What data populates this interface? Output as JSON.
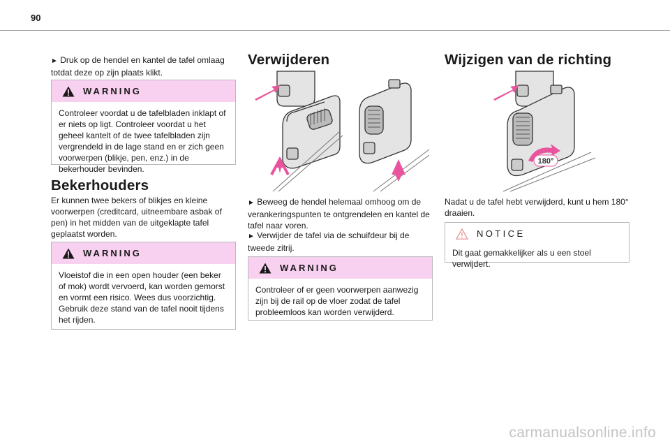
{
  "page": {
    "number": "90"
  },
  "col1": {
    "intro_arrow": "►",
    "intro_text": "Druk op de hendel en kantel de tafel omlaag totdat deze op zijn plaats klikt.",
    "warning1": {
      "title": "WARNING",
      "text": "Controleer voordat u de tafelbladen inklapt of er niets op ligt. Controleer voordat u het geheel kantelt of de twee tafelbladen zijn vergrendeld in de lage stand en er zich geen voorwerpen (blikje, pen, enz.) in de bekerhouder bevinden."
    },
    "heading": "Bekerhouders",
    "para": "Er kunnen twee bekers of blikjes en kleine voorwerpen (creditcard, uitneembare asbak of pen) in het midden van de uitgeklapte tafel geplaatst worden.",
    "warning2": {
      "title": "WARNING",
      "line1": "Vloeistof die in een open houder (een beker of mok) wordt vervoerd, kan worden gemorst en vormt een risico. Wees dus voorzichtig.",
      "line2": "Gebruik deze stand van de tafel nooit tijdens het rijden."
    }
  },
  "col2": {
    "heading": "Verwijderen",
    "step1_arrow": "►",
    "step1": "Beweeg de hendel helemaal omhoog om de verankeringspunten te ontgrendelen en kantel de tafel naar voren.",
    "step2_arrow": "►",
    "step2": "Verwijder de tafel via de schuifdeur bij de tweede zitrij.",
    "warning": {
      "title": "WARNING",
      "text": "Controleer of er geen voorwerpen aanwezig zijn bij de rail op de vloer zodat de tafel probleemloos kan worden verwijderd."
    }
  },
  "col3": {
    "heading": "Wijzigen van de richting",
    "rotation_label": "180°",
    "para": "Nadat u de tafel hebt verwijderd, kunt u hem 180° draaien.",
    "notice": {
      "title": "NOTICE",
      "text": "Dit gaat gemakkelijker als u een stoel verwijdert."
    }
  },
  "watermark": "carmanualsonline.info",
  "colors": {
    "warning_header": "#f8d0f0",
    "arrow_pink": "#e8559e",
    "notice_icon": "#e58a8a",
    "illustration_gray": "#e4e4e4"
  }
}
